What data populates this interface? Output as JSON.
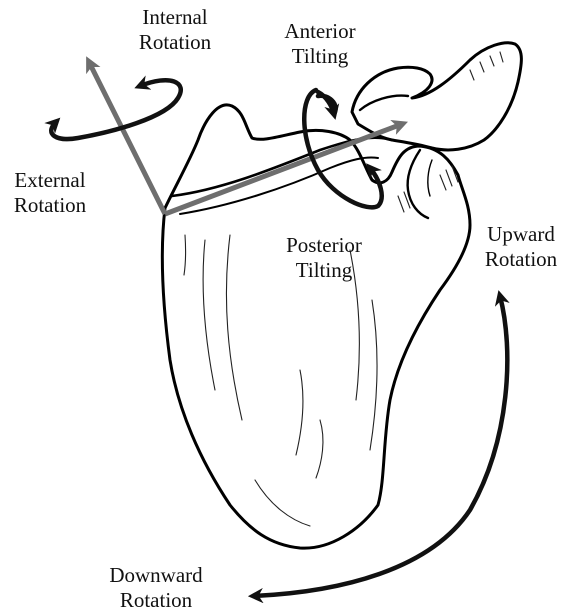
{
  "labels": {
    "internal_rotation": [
      "Internal",
      "Rotation"
    ],
    "anterior_tilting": [
      "Anterior",
      "Tilting"
    ],
    "external_rotation": [
      "External",
      "Rotation"
    ],
    "posterior_tilting": [
      "Posterior",
      "Tilting"
    ],
    "upward_rotation": [
      "Upward",
      "Rotation"
    ],
    "downward_rotation": [
      "Downward",
      "Rotation"
    ]
  },
  "colors": {
    "axis_arrow": "#6e6e6e",
    "rotation_arrow": "#111111",
    "bone_outline": "#000000",
    "background": "#ffffff"
  }
}
